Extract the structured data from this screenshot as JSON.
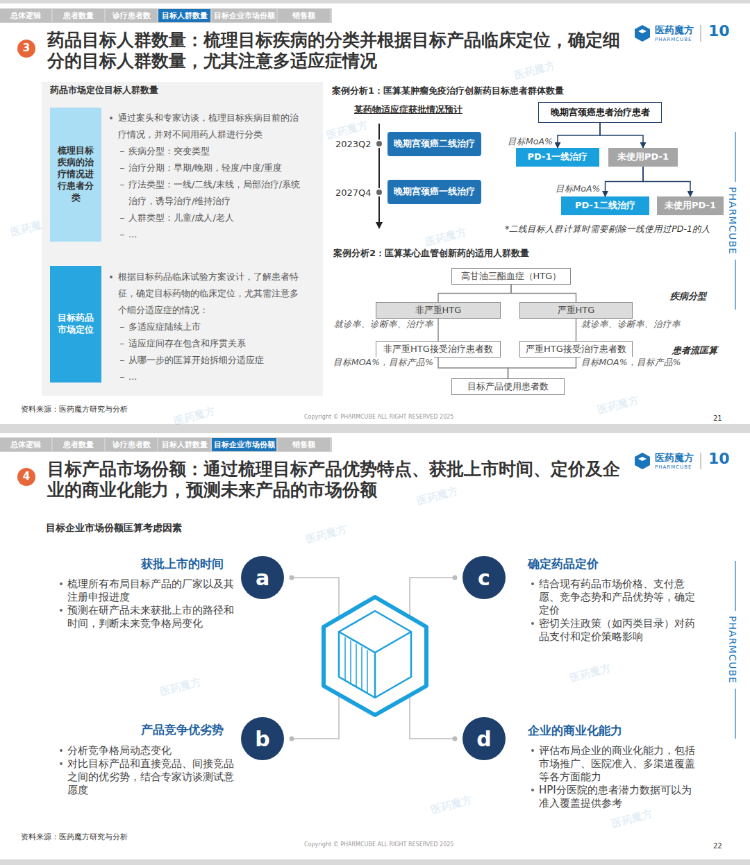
{
  "diagram": {
    "nodes": [
      {
        "text": [
          "3"
        ]
      },
      {
        "text": [
          "药品市场定位目标人群数量"
        ]
      },
      {
        "text": [
          "梳理目标疾病的治疗情况进行患者分类"
        ],
        "in": 1
      },
      {
        "text": [
          "目标药品市场定位"
        ],
        "in": 1
      },
      {
        "text": [
          "晚期宫颈癌二线治疗"
        ]
      },
      {
        "text": [
          "晚期宫颈癌一线治疗"
        ]
      },
      {
        "text": [
          "晚期宫颈癌患者治疗患者"
        ]
      },
      {
        "text": [
          "PD-1一线治疗"
        ]
      },
      {
        "text": [
          "未使用PD-1"
        ]
      },
      {
        "text": [
          "PD-1二线治疗"
        ]
      },
      {
        "text": [
          "未使用PD-1"
        ]
      },
      {
        "text": [
          "高甘油三酯血症（HTG）"
        ]
      },
      {
        "text": [
          "非严重HTG"
        ]
      },
      {
        "text": [
          "严重HTG"
        ]
      },
      {
        "text": [
          "非严重HTG接受治疗患者数"
        ]
      },
      {
        "text": [
          "严重HTG接受治疗患者数"
        ]
      },
      {
        "text": [
          "目标产品使用患者数"
        ]
      },
      {
        "text": [
          "4"
        ]
      },
      {
        "text": [
          "a"
        ]
      },
      {
        "text": [
          "c"
        ]
      },
      {
        "text": [
          "b"
        ]
      },
      {
        "text": [
          "d"
        ]
      }
    ],
    "edges": [
      {
        "from": 6,
        "to": 7,
        "arrow": "to",
        "label": "目标MoA%"
      },
      {
        "from": 6,
        "to": 8,
        "arrow": "to"
      },
      {
        "from": 8,
        "to": 9,
        "arrow": "to",
        "label": "目标MoA%"
      },
      {
        "from": 8,
        "to": 10,
        "arrow": "to"
      },
      {
        "from": 11,
        "to": 12,
        "arrow": "none"
      },
      {
        "from": 11,
        "to": 13,
        "arrow": "none"
      },
      {
        "from": 12,
        "to": 14,
        "arrow": "none",
        "label": "就诊率、诊断率、治疗率"
      },
      {
        "from": 13,
        "to": 15,
        "arrow": "none",
        "label": "就诊率、诊断率、治疗率"
      },
      {
        "from": 14,
        "to": 16,
        "arrow": "none",
        "label": "目标MOA%，目标产品%"
      },
      {
        "from": 15,
        "to": 16,
        "arrow": "none",
        "label": "目标MOA%，目标产品%"
      }
    ],
    "labels": [
      "总体逻辑",
      "患者数量",
      "诊疗患者数",
      "目标人群数量",
      "目标企业市场份额",
      "销售额",
      "药品目标人群数量：梳理目标疾病的分类并根据目标产品临床定位，确定细分的目标人群数量，尤其注意多适应症情况",
      "医药魔方",
      "PHARMCUBE",
      "10",
      "通过案头和专家访谈，梳理目标疾病目前的治疗情况，并对不同用药人群进行分类",
      "疾病分型：突变类型",
      "治疗分期：早期/晚期，轻度/中度/重度",
      "疗法类型：一线/二线/末线，局部治疗/系统治疗，诱导治疗/维持治疗",
      "人群类型：儿童/成人/老人",
      "...",
      "根据目标药品临床试验方案设计，了解患者特征，确定目标药物的临床定位，尤其需注意多个细分适应症的情况：",
      "多适应症陆续上市",
      "适应症间存在包含和序贯关系",
      "从哪一步的匡算开始拆细分适应症",
      "...",
      "案例分析1：匡算某肿瘤免疫治疗创新药目标患者群体数量",
      "某药物适应症获批情况预计",
      "2023Q2",
      "2027Q4",
      "*二线目标人群计算时需要剔除一线使用过PD-1的人",
      "案例分析2：匡算某心血管创新药的适用人群数量",
      "疾病分型",
      "患者流匡算",
      "PHARMCUBE",
      "资料来源：医药魔方研究与分析",
      "Copyright © PHARMCUBE ALL RIGHT RESERVED 2025",
      "21",
      "医药魔方",
      "医药魔方",
      "医药魔方",
      "医药魔方",
      "医药魔方",
      "医药魔方",
      "总体逻辑",
      "患者数量",
      "诊疗患者数",
      "目标人群数量",
      "目标企业市场份额",
      "销售额",
      "目标产品市场份额：通过梳理目标产品优势特点、获批上市时间、定价及企业的商业化能力，预测未来产品的市场份额",
      "医药魔方",
      "PHARMCUBE",
      "10",
      "目标企业市场份额匡算考虑因素",
      "获批上市的时间",
      "梳理所有布局目标产品的厂家以及其注册申报进度",
      "预测在研产品未来获批上市的路径和时间，判断未来竞争格局变化",
      "确定药品定价",
      "结合现有药品市场价格、支付意愿、竞争态势和产品优势等，确定定价",
      "密切关注政策（如丙类目录）对药品支付和定价策略影响",
      "产品竞争优劣势",
      "分析竞争格局动态变化",
      "对比目标产品和直接竞品、间接竞品之间的优劣势，结合专家访谈测试意愿度",
      "企业的商业化能力",
      "评估布局企业的商业化能力，包括市场推广、医院准入、多渠道覆盖等各方面能力",
      "HPI分医院的患者潜力数据可以为准入覆盖提供参考",
      "PHARMCUBE",
      "资料来源：医药魔方研究与分析",
      "Copyright © PHARMCUBE ALL RIGHT RESERVED 2025",
      "22",
      "医药魔方",
      "医药魔方",
      "医药魔方",
      "医药魔方",
      "医药魔方",
      "医药魔方"
    ]
  }
}
